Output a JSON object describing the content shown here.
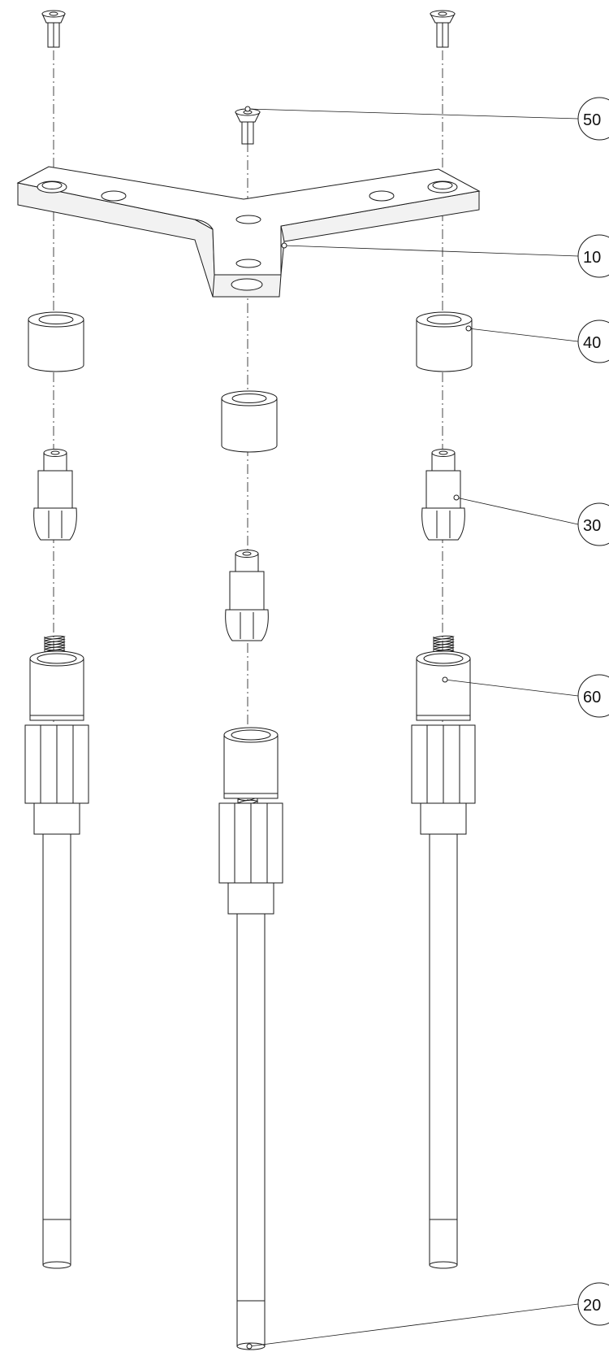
{
  "callouts": [
    {
      "id": "balloon-50",
      "label": "50"
    },
    {
      "id": "balloon-10",
      "label": "10"
    },
    {
      "id": "balloon-40",
      "label": "40"
    },
    {
      "id": "balloon-30",
      "label": "30"
    },
    {
      "id": "balloon-60",
      "label": "60"
    },
    {
      "id": "balloon-20",
      "label": "20"
    }
  ]
}
